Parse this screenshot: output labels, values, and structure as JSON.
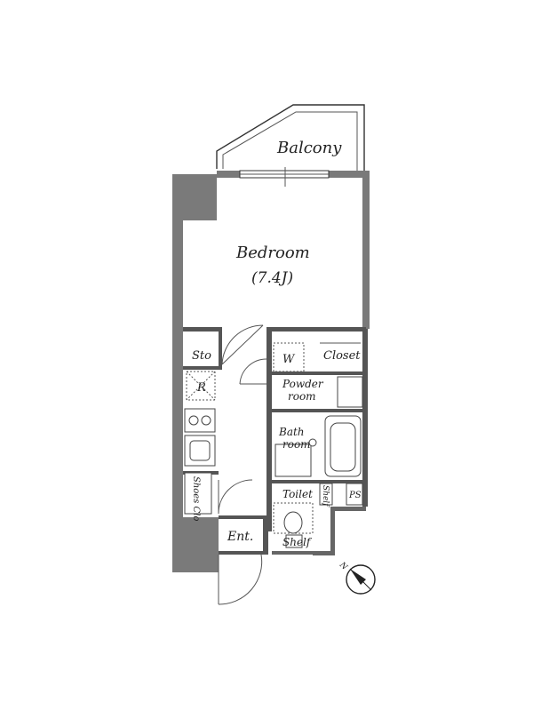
{
  "rooms": {
    "balcony": "Balcony",
    "bedroom": "Bedroom",
    "bedroom_size": "(7.4J)",
    "storage": "Sto",
    "washer": "W",
    "closet": "Closet",
    "powder_room_line1": "Powder",
    "powder_room_line2": "room",
    "refrigerator": "R",
    "bath_line1": "Bath",
    "bath_line2": "room",
    "shoes_closet": "Shoes Clo",
    "toilet": "Toilet",
    "shelf_side": "Shelf",
    "pipe_space": "PS",
    "shelf_bottom": "Shelf",
    "entrance": "Ent."
  },
  "compass": {
    "label": "N"
  }
}
